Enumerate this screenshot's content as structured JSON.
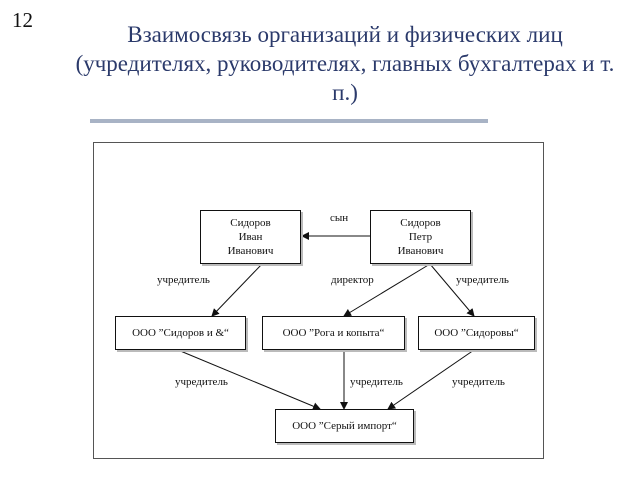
{
  "slide_number": "12",
  "title": "Взаимосвязь организаций и физических лиц (учредителях, руководителях, главных бухгалтерах и т. п.)",
  "nodes": {
    "ivan": [
      "Сидоров",
      "Иван",
      "Иванович"
    ],
    "petr": [
      "Сидоров",
      "Петр",
      "Иванович"
    ],
    "sidorov_and": "ООО ”Сидоров и &“",
    "roga": "ООО ”Рога и копыта“",
    "sidorovy": "ООО ”Сидоровы“",
    "seryi": "ООО ”Серый импорт“"
  },
  "labels": {
    "son": "сын",
    "founder_ivan": "учредитель",
    "director": "директор",
    "founder_petr": "учредитель",
    "founder_1": "учредитель",
    "founder_2": "учредитель",
    "founder_3": "учредитель"
  },
  "colors": {
    "title": "#2b3a6b",
    "rule": "#a8b3c5"
  }
}
